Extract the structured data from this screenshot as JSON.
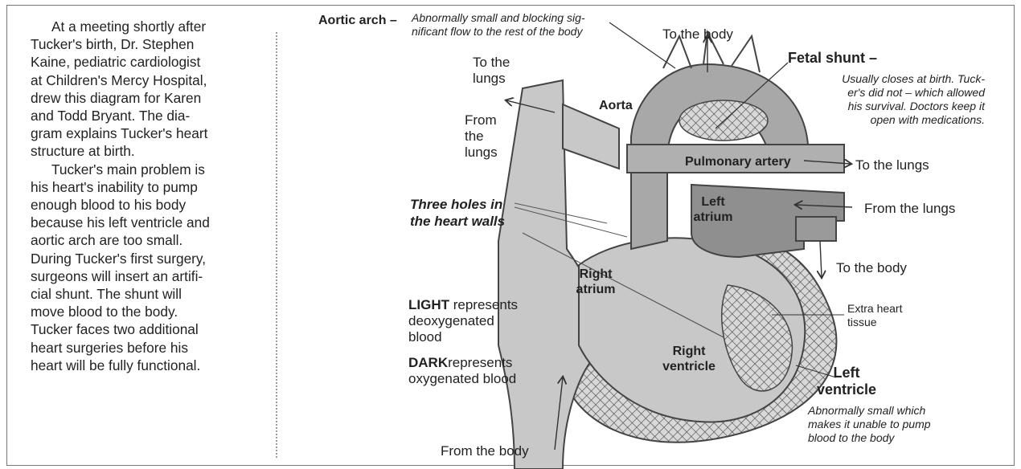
{
  "article": {
    "paragraph_1": "At a meeting shortly after\nTucker's birth, Dr. Stephen\nKaine, pediatric cardiologist\nat Children's Mercy Hospital,\ndrew this diagram for Karen\nand Todd Bryant. The dia-\ngram explains Tucker's heart\nstructure at birth.",
    "paragraph_2": "Tucker's main problem is\nhis heart's inability to pump\nenough blood to his body\nbecause his left ventricle and\naortic arch are too small.\nDuring Tucker's first surgery,\nsurgeons will insert an artifi-\ncial shunt. The shunt will\nmove blood to the body.\nTucker faces two additional\nheart surgeries before his\nheart will be fully functional."
  },
  "diagram": {
    "aortic_arch_title": "Aortic arch –",
    "aortic_arch_note": "Abnormally small and blocking sig-\nnificant flow to the rest of the body",
    "to_the_body_top": "To the body",
    "fetal_shunt_title": "Fetal shunt –",
    "fetal_shunt_note": "Usually closes at birth. Tuck-\ner's did not – which allowed\nhis survival. Doctors keep it\nopen with medications.",
    "to_the_lungs_left": "To the\nlungs",
    "from_the_lungs_left": "From\nthe\nlungs",
    "aorta": "Aorta",
    "pulmonary_artery": "Pulmonary artery",
    "to_the_lungs_right": "To the lungs",
    "from_the_lungs_right": "From the lungs",
    "left_atrium": "Left\natrium",
    "to_the_body_right": "To the body",
    "three_holes": "Three holes in\nthe heart walls",
    "right_atrium": "Right\natrium",
    "extra_tissue": "Extra heart\ntissue",
    "right_ventricle": "Right\nventricle",
    "left_ventricle_title": "Left\nventricle",
    "left_ventricle_note": "Abnormally small which\nmakes it unable to pump\nblood to the body",
    "from_the_body": "From the body",
    "legend_light_key": "LIGHT",
    "legend_light_text": " represents\ndeoxygenated\nblood",
    "legend_dark_key": "DARK",
    "legend_dark_text": "represents\noxygenated blood"
  },
  "colors": {
    "light_blood": "#c8c8c8",
    "dark_blood": "#8f8f8f",
    "outline": "#444444"
  }
}
